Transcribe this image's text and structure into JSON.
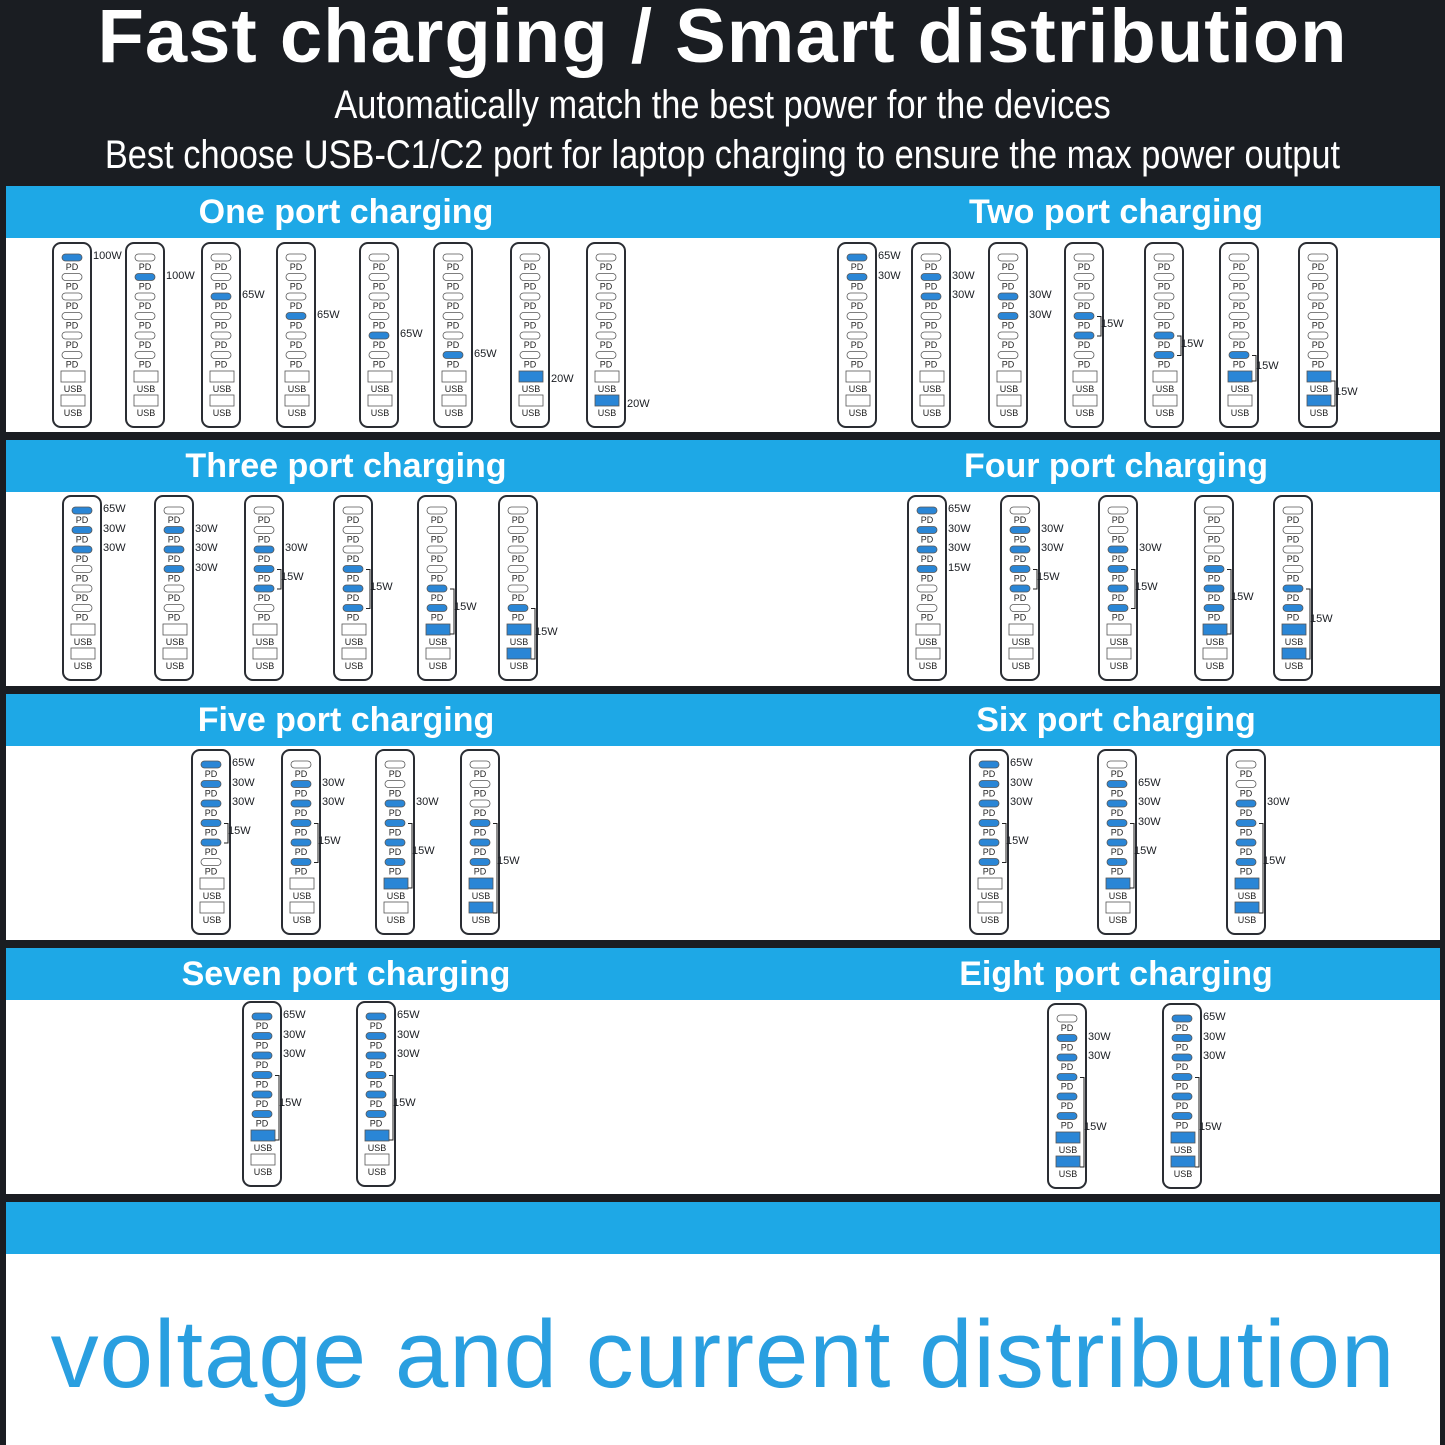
{
  "header": {
    "title": "Fast charging / Smart distribution",
    "subtitle1": "Automatically match the best power for the devices",
    "subtitle2": "Best choose USB-C1/C2 port for laptop charging to ensure the max power output"
  },
  "port_labels": {
    "pd": "PD",
    "usb": "USB"
  },
  "colors": {
    "accent": "#1ea8e6",
    "active_port": "#2a86d6",
    "background": "#1a1d22",
    "footer_text": "#2a9fe0"
  },
  "sections": [
    {
      "title": "One port charging",
      "diagrams": [
        {
          "active": [
            0
          ],
          "labels": [
            {
              "text": "100W",
              "at": 0
            }
          ]
        },
        {
          "active": [
            1
          ],
          "labels": [
            {
              "text": "100W",
              "at": 1
            }
          ]
        },
        {
          "active": [
            2
          ],
          "labels": [
            {
              "text": "65W",
              "at": 2
            }
          ]
        },
        {
          "active": [
            3
          ],
          "labels": [
            {
              "text": "65W",
              "at": 3
            }
          ]
        },
        {
          "active": [
            4
          ],
          "labels": [
            {
              "text": "65W",
              "at": 4
            }
          ]
        },
        {
          "active": [
            5
          ],
          "labels": [
            {
              "text": "65W",
              "at": 5
            }
          ]
        },
        {
          "active": [
            6
          ],
          "labels": [
            {
              "text": "20W",
              "at": 6
            }
          ]
        },
        {
          "active": [
            7
          ],
          "labels": [
            {
              "text": "20W",
              "at": 7
            }
          ]
        }
      ]
    },
    {
      "title": "Two port charging",
      "diagrams": [
        {
          "active": [
            0,
            1
          ],
          "labels": [
            {
              "text": "65W",
              "at": 0
            },
            {
              "text": "30W",
              "at": 1
            }
          ]
        },
        {
          "active": [
            1,
            2
          ],
          "labels": [
            {
              "text": "30W",
              "at": 1
            },
            {
              "text": "30W",
              "at": 2
            }
          ]
        },
        {
          "active": [
            2,
            3
          ],
          "labels": [
            {
              "text": "30W",
              "at": 2
            },
            {
              "text": "30W",
              "at": 3
            }
          ]
        },
        {
          "active": [
            3,
            4
          ],
          "bracket": [
            3,
            4
          ],
          "labels": [
            {
              "text": "15W",
              "at": 3.5
            }
          ]
        },
        {
          "active": [
            4,
            5
          ],
          "bracket": [
            4,
            5
          ],
          "labels": [
            {
              "text": "15W",
              "at": 4.5
            }
          ]
        },
        {
          "active": [
            5,
            6
          ],
          "bracket": [
            5,
            6
          ],
          "labels": [
            {
              "text": "15W",
              "at": 5.5
            }
          ]
        },
        {
          "active": [
            6,
            7
          ],
          "bracket": [
            6,
            7
          ],
          "labels": [
            {
              "text": "15W",
              "at": 6.5
            }
          ]
        }
      ]
    },
    {
      "title": "Three port charging",
      "diagrams": [
        {
          "active": [
            0,
            1,
            2
          ],
          "labels": [
            {
              "text": "65W",
              "at": 0
            },
            {
              "text": "30W",
              "at": 1
            },
            {
              "text": "30W",
              "at": 2
            }
          ]
        },
        {
          "active": [
            1,
            2,
            3
          ],
          "labels": [
            {
              "text": "30W",
              "at": 1
            },
            {
              "text": "30W",
              "at": 2
            },
            {
              "text": "30W",
              "at": 3
            }
          ]
        },
        {
          "active": [
            2,
            3,
            4
          ],
          "bracket": [
            3,
            4
          ],
          "labels": [
            {
              "text": "30W",
              "at": 2
            },
            {
              "text": "15W",
              "at": 3.5
            }
          ]
        },
        {
          "active": [
            3,
            4,
            5
          ],
          "bracket": [
            3,
            5
          ],
          "labels": [
            {
              "text": "15W",
              "at": 4
            }
          ]
        },
        {
          "active": [
            4,
            5,
            6
          ],
          "bracket": [
            4,
            6
          ],
          "labels": [
            {
              "text": "15W",
              "at": 5
            }
          ]
        },
        {
          "active": [
            5,
            6,
            7
          ],
          "bracket": [
            5,
            7
          ],
          "labels": [
            {
              "text": "15W",
              "at": 6
            }
          ]
        }
      ]
    },
    {
      "title": "Four port charging",
      "diagrams": [
        {
          "active": [
            0,
            1,
            2,
            3
          ],
          "labels": [
            {
              "text": "65W",
              "at": 0
            },
            {
              "text": "30W",
              "at": 1
            },
            {
              "text": "30W",
              "at": 2
            },
            {
              "text": "15W",
              "at": 3
            }
          ]
        },
        {
          "active": [
            1,
            2,
            3,
            4
          ],
          "bracket": [
            3,
            4
          ],
          "labels": [
            {
              "text": "30W",
              "at": 1
            },
            {
              "text": "30W",
              "at": 2
            },
            {
              "text": "15W",
              "at": 3.5
            }
          ]
        },
        {
          "active": [
            2,
            3,
            4,
            5
          ],
          "bracket": [
            3,
            5
          ],
          "labels": [
            {
              "text": "30W",
              "at": 2
            },
            {
              "text": "15W",
              "at": 4
            }
          ]
        },
        {
          "active": [
            3,
            4,
            5,
            6
          ],
          "bracket": [
            3,
            6
          ],
          "labels": [
            {
              "text": "15W",
              "at": 4.5
            }
          ]
        },
        {
          "active": [
            4,
            5,
            6,
            7
          ],
          "bracket": [
            4,
            7
          ],
          "labels": [
            {
              "text": "15W",
              "at": 5.5
            }
          ]
        }
      ]
    },
    {
      "title": "Five port charging",
      "diagrams": [
        {
          "active": [
            0,
            1,
            2,
            3,
            4
          ],
          "bracket": [
            3,
            4
          ],
          "labels": [
            {
              "text": "65W",
              "at": 0
            },
            {
              "text": "30W",
              "at": 1
            },
            {
              "text": "30W",
              "at": 2
            },
            {
              "text": "15W",
              "at": 3.5
            }
          ]
        },
        {
          "active": [
            1,
            2,
            3,
            4,
            5
          ],
          "bracket": [
            3,
            5
          ],
          "labels": [
            {
              "text": "30W",
              "at": 1
            },
            {
              "text": "30W",
              "at": 2
            },
            {
              "text": "15W",
              "at": 4
            }
          ]
        },
        {
          "active": [
            2,
            3,
            4,
            5,
            6
          ],
          "bracket": [
            3,
            6
          ],
          "labels": [
            {
              "text": "30W",
              "at": 2
            },
            {
              "text": "15W",
              "at": 4.5
            }
          ]
        },
        {
          "active": [
            3,
            4,
            5,
            6,
            7
          ],
          "bracket": [
            3,
            7
          ],
          "labels": [
            {
              "text": "15W",
              "at": 5
            }
          ]
        }
      ]
    },
    {
      "title": "Six port charging",
      "diagrams": [
        {
          "active": [
            0,
            1,
            2,
            3,
            4,
            5
          ],
          "bracket": [
            3,
            5
          ],
          "labels": [
            {
              "text": "65W",
              "at": 0
            },
            {
              "text": "30W",
              "at": 1
            },
            {
              "text": "30W",
              "at": 2
            },
            {
              "text": "15W",
              "at": 4
            }
          ]
        },
        {
          "active": [
            1,
            2,
            3,
            4,
            5,
            6
          ],
          "bracket": [
            3,
            6
          ],
          "labels": [
            {
              "text": "65W",
              "at": 1
            },
            {
              "text": "30W",
              "at": 2
            },
            {
              "text": "30W",
              "at": 3
            },
            {
              "text": "15W",
              "at": 4.5
            }
          ]
        },
        {
          "active": [
            2,
            3,
            4,
            5,
            6,
            7
          ],
          "bracket": [
            3,
            7
          ],
          "labels": [
            {
              "text": "30W",
              "at": 2
            },
            {
              "text": "15W",
              "at": 5
            }
          ]
        }
      ]
    },
    {
      "title": "Seven port charging",
      "diagrams": [
        {
          "active": [
            0,
            1,
            2,
            3,
            4,
            5,
            6
          ],
          "bracket": [
            3,
            6
          ],
          "labels": [
            {
              "text": "65W",
              "at": 0
            },
            {
              "text": "30W",
              "at": 1
            },
            {
              "text": "30W",
              "at": 2
            },
            {
              "text": "15W",
              "at": 4.5
            }
          ]
        },
        {
          "active": [
            0,
            1,
            2,
            3,
            4,
            5,
            6
          ],
          "bracket": [
            3,
            6
          ],
          "labels": [
            {
              "text": "65W",
              "at": 0
            },
            {
              "text": "30W",
              "at": 1
            },
            {
              "text": "30W",
              "at": 2
            },
            {
              "text": "15W",
              "at": 4.5
            }
          ]
        }
      ]
    },
    {
      "title": "Eight port charging",
      "diagrams": [
        {
          "active": [
            1,
            2,
            3,
            4,
            5,
            6,
            7
          ],
          "bracket": [
            3,
            7
          ],
          "labels": [
            {
              "text": "30W",
              "at": 1
            },
            {
              "text": "30W",
              "at": 2
            },
            {
              "text": "15W",
              "at": 5.5
            }
          ]
        },
        {
          "active": [
            0,
            1,
            2,
            3,
            4,
            5,
            6,
            7
          ],
          "bracket": [
            3,
            7
          ],
          "labels": [
            {
              "text": "65W",
              "at": 0
            },
            {
              "text": "30W",
              "at": 1
            },
            {
              "text": "30W",
              "at": 2
            },
            {
              "text": "15W",
              "at": 5.5
            }
          ]
        }
      ]
    }
  ],
  "footer": "voltage and current distribution"
}
